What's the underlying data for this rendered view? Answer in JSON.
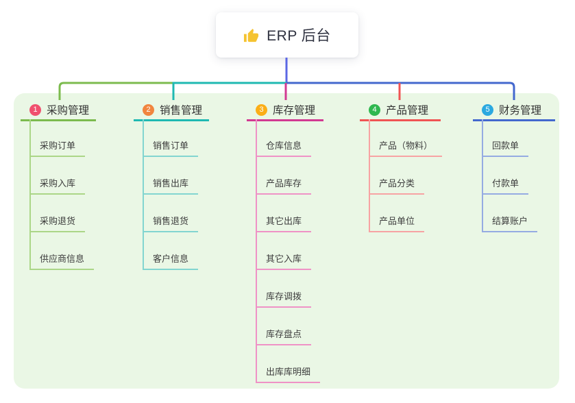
{
  "root": {
    "title": "ERP 后台",
    "icon": "thumbs-up-icon",
    "icon_color": "#F5C331",
    "line_color": "#5B67E4"
  },
  "panel": {
    "background_color": "#EAF7E5"
  },
  "branches": [
    {
      "number": "1",
      "title": "采购管理",
      "badge_color": "#F0506E",
      "line_color": "#7CBB4E",
      "child_line_color": "#ABD687",
      "children": [
        "采购订单",
        "采购入库",
        "采购退货",
        "供应商信息"
      ]
    },
    {
      "number": "2",
      "title": "销售管理",
      "badge_color": "#F1853F",
      "line_color": "#1FB9B2",
      "child_line_color": "#82D5D0",
      "children": [
        "销售订单",
        "销售出库",
        "销售退货",
        "客户信息"
      ]
    },
    {
      "number": "3",
      "title": "库存管理",
      "badge_color": "#FBAE17",
      "line_color": "#D23A92",
      "child_line_color": "#EF92C6",
      "children": [
        "仓库信息",
        "产品库存",
        "其它出库",
        "其它入库",
        "库存调拨",
        "库存盘点",
        "出库库明细"
      ]
    },
    {
      "number": "4",
      "title": "产品管理",
      "badge_color": "#2FB84F",
      "line_color": "#F05454",
      "child_line_color": "#F7A3A3",
      "children": [
        "产品（物料）",
        "产品分类",
        "产品单位"
      ]
    },
    {
      "number": "5",
      "title": "财务管理",
      "badge_color": "#2BA9E0",
      "line_color": "#4368CE",
      "child_line_color": "#95ABE2",
      "children": [
        "回款单",
        "付款单",
        "结算账户"
      ]
    }
  ]
}
